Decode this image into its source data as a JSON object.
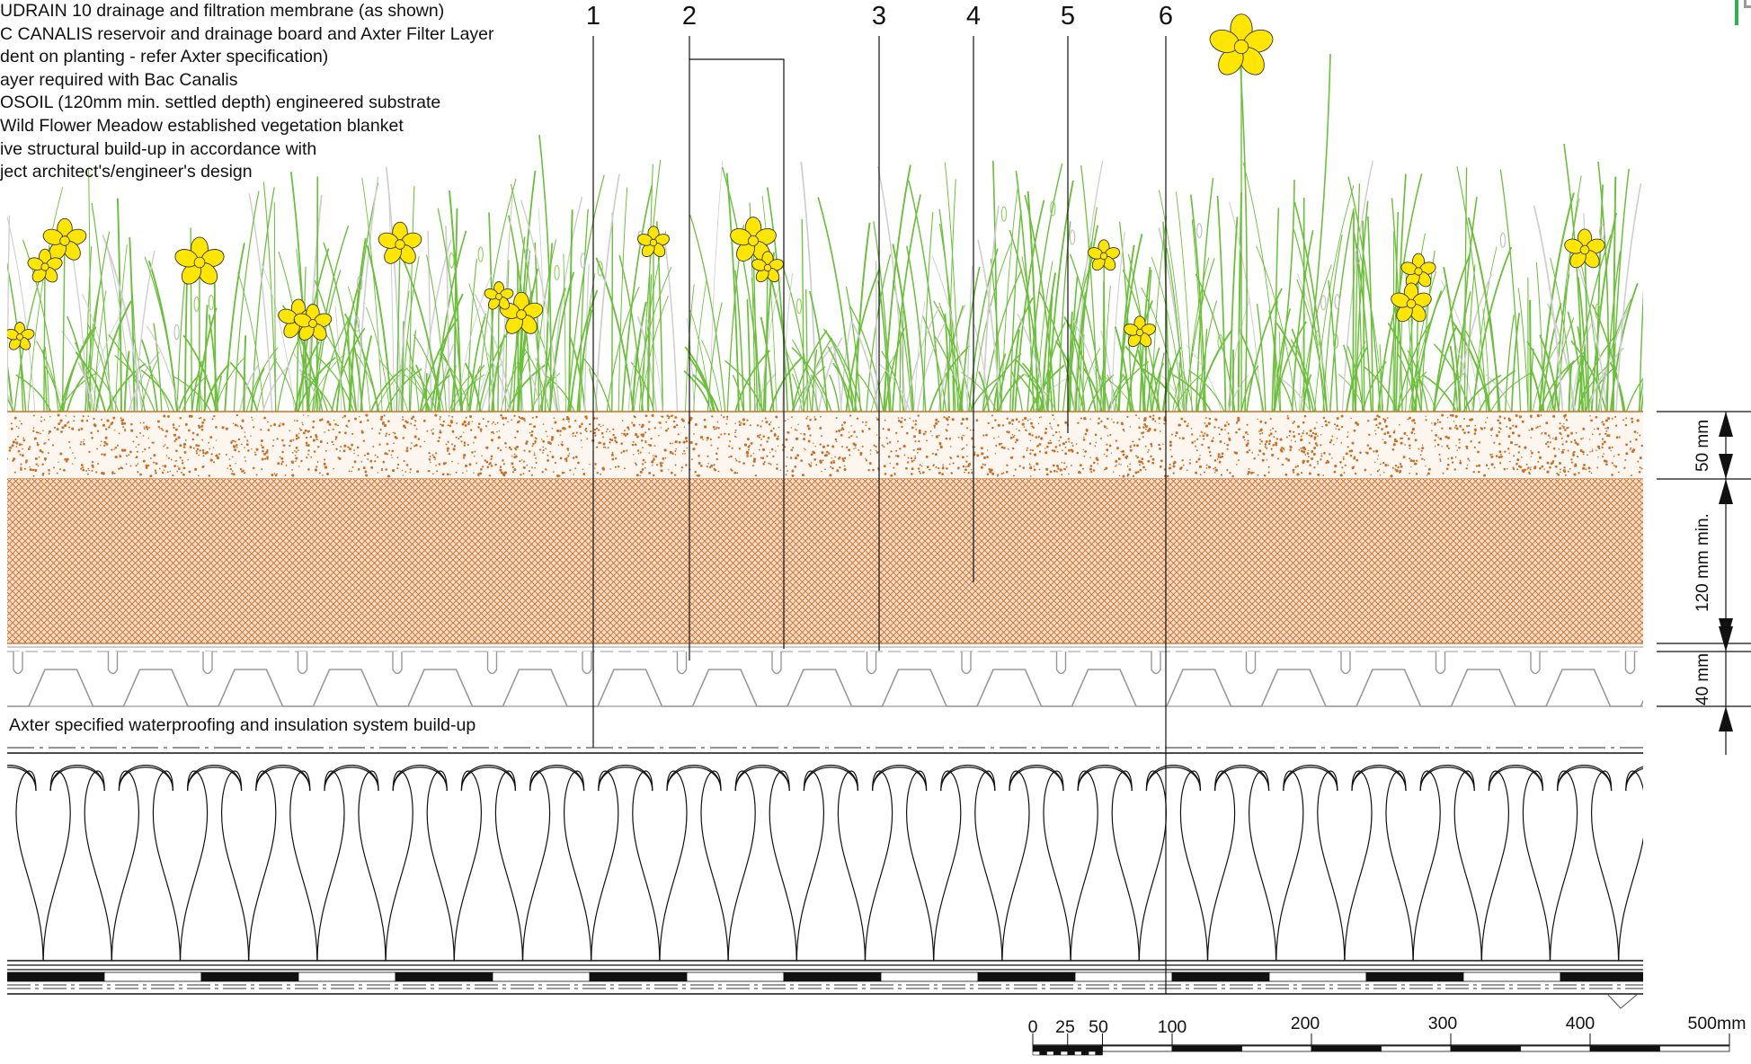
{
  "notes": [
    "UDRAIN 10 drainage and filtration membrane (as shown)",
    "C CANALIS reservoir and drainage board and Axter Filter Layer",
    "dent on planting - refer Axter specification)",
    "ayer required with Bac Canalis",
    "OSOIL (120mm min. settled depth) engineered substrate",
    "Wild Flower Meadow established vegetation blanket",
    "ive structural build-up in accordance with",
    "ject architect's/engineer's design"
  ],
  "callouts": [
    "1",
    "2",
    "3",
    "4",
    "5",
    "6"
  ],
  "waterproofing_label": "Axter specified waterproofing and insulation system build-up",
  "dimensions": {
    "top_layer": "50 mm",
    "substrate": "120 mm min.",
    "drainage": "40 mm"
  },
  "scale_bar": {
    "labels": [
      "0",
      "25",
      "50",
      "100",
      "200",
      "300",
      "400",
      "500mm"
    ]
  },
  "colors": {
    "grass": "#6cbf3a",
    "flower": "#ffe600",
    "soil": "#c8702a",
    "logo": "#2cb34a"
  }
}
